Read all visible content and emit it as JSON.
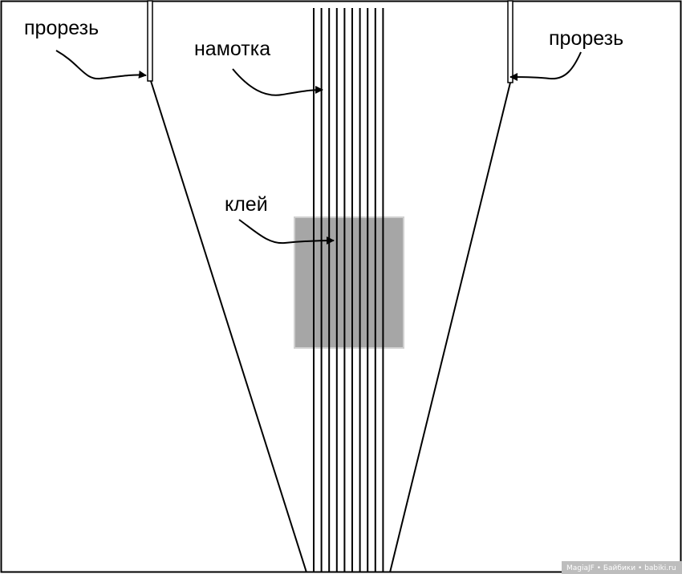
{
  "diagram": {
    "labels": {
      "slot_left": "прорезь",
      "winding": "намотка",
      "glue": "клей",
      "slot_right": "прорезь"
    },
    "thread_count": 10,
    "watermark": "MagiaJF • Байбики • babiki.ru"
  },
  "colors": {
    "stroke": "#000000",
    "background": "#ffffff",
    "glue_fill": "#a6a6a6",
    "glue_edge": "#d0d0d0",
    "watermark_bg": "#bdbdbd"
  }
}
